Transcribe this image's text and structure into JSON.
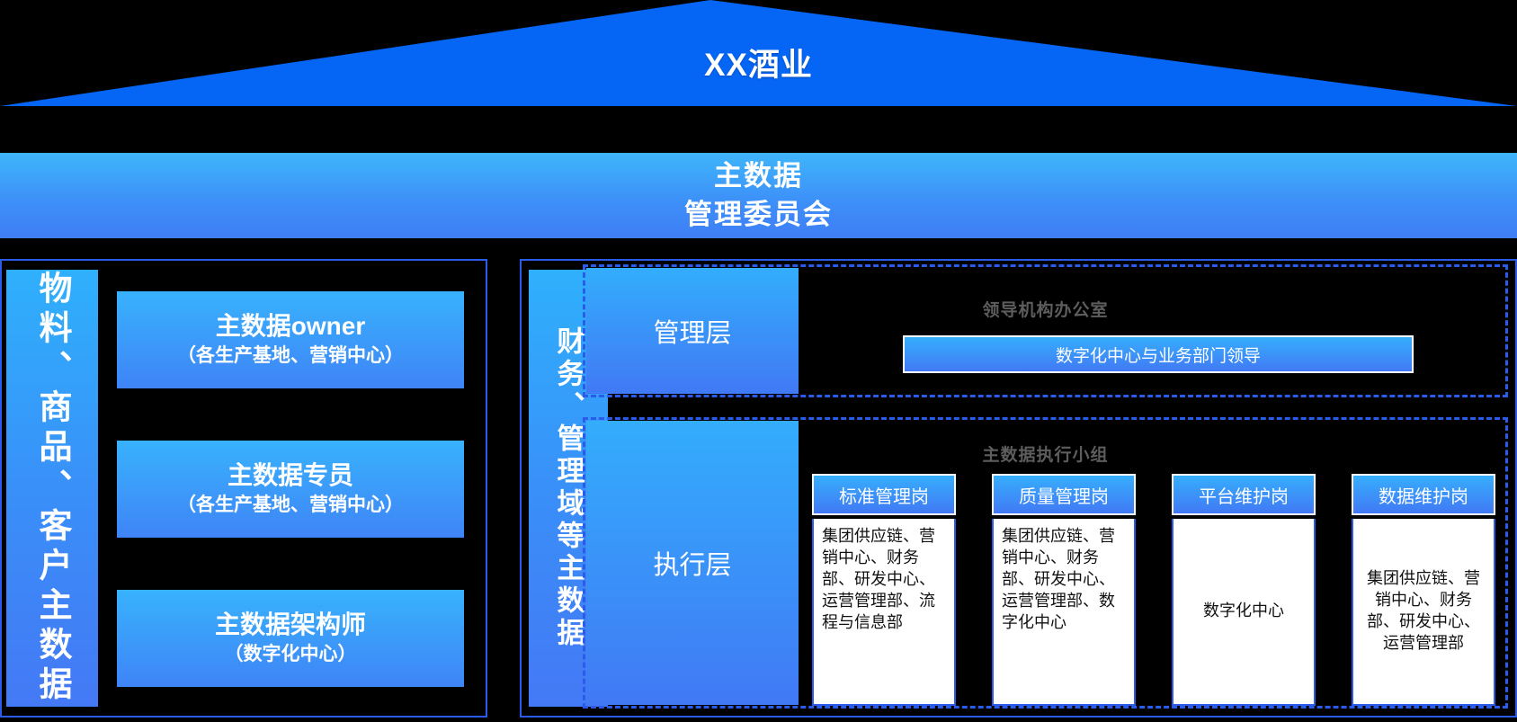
{
  "roof": {
    "title": "XX酒业",
    "color": "#0566f6"
  },
  "banner": {
    "line1": "主数据",
    "line2": "管理委员会"
  },
  "left_panel": {
    "vertical_label": "物料、商品、客户主数据",
    "roles": [
      {
        "title": "主数据owner",
        "sub": "（各生产基地、营销中心）"
      },
      {
        "title": "主数据专员",
        "sub": "（各生产基地、营销中心）"
      },
      {
        "title": "主数据架构师",
        "sub": "（数字化中心）"
      }
    ]
  },
  "right_panel": {
    "vertical_label": "财务、管理域等主数据",
    "management": {
      "layer_label": "管理层",
      "zone_title": "领导机构办公室",
      "pill_label": "数字化中心与业务部门领导"
    },
    "execution": {
      "layer_label": "执行层",
      "zone_title": "主数据执行小组",
      "cards": [
        {
          "head": "标准管理岗",
          "body": "集团供应链、营销中心、财务部、研发中心、运营管理部、流程与信息部"
        },
        {
          "head": "质量管理岗",
          "body": "集团供应链、营销中心、财务部、研发中心、运营管理部、数字化中心"
        },
        {
          "head": "平台维护岗",
          "body": "数字化中心"
        },
        {
          "head": "数据维护岗",
          "body": "集团供应链、营销中心、财务部、研发中心、运营管理部"
        }
      ]
    }
  },
  "colors": {
    "roof_blue": "#0566f6",
    "border_blue": "#2a5bea",
    "light_blue": "#33adfc",
    "deep_blue": "#4179f5",
    "zone_title_gray": "#5d5d5d"
  }
}
